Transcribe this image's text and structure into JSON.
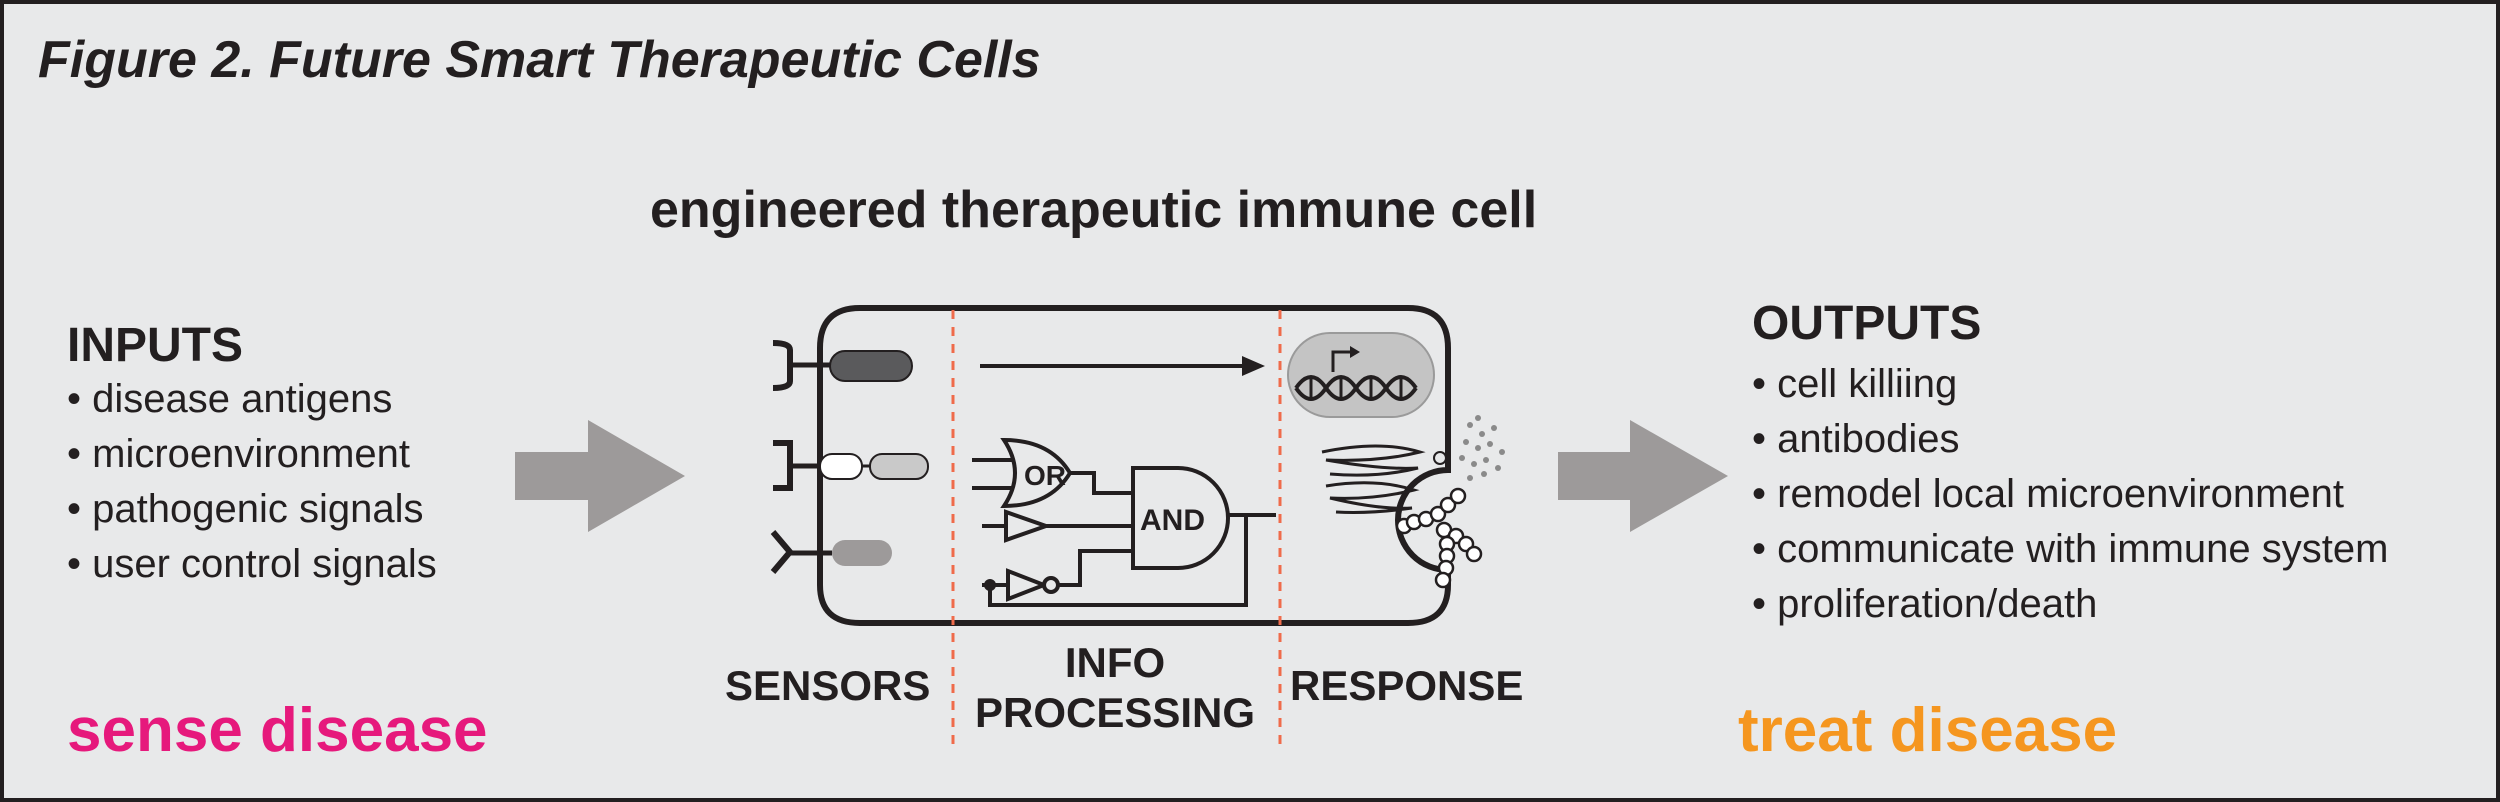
{
  "figure_title": "Figure 2. Future Smart Therapeutic Cells",
  "cell_title": "engineered therapeutic immune cell",
  "inputs": {
    "heading": "INPUTS",
    "items": [
      "disease antigens",
      "microenvironment",
      "pathogenic signals",
      "user control signals"
    ]
  },
  "outputs": {
    "heading": "OUTPUTS",
    "items": [
      "cell killiing",
      "antibodies",
      "remodel local microenvironment",
      "communicate with immune system",
      "proliferation/death"
    ]
  },
  "sections": {
    "sensors": "SENSORS",
    "info_processing": "INFO PROCESSING",
    "response": "RESPONSE"
  },
  "gates": {
    "or": "OR",
    "and": "AND"
  },
  "sense_label": "sense disease",
  "treat_label": "treat disease",
  "colors": {
    "sense": "#e6197c",
    "treat": "#f5961f",
    "arrow": "#9d9a9a",
    "divider": "#ef6b4b",
    "ink": "#231f20"
  },
  "icons": [
    "dna-icon",
    "protein-icon",
    "antibody-icon",
    "secretion-dots-icon",
    "receptor-icon"
  ]
}
